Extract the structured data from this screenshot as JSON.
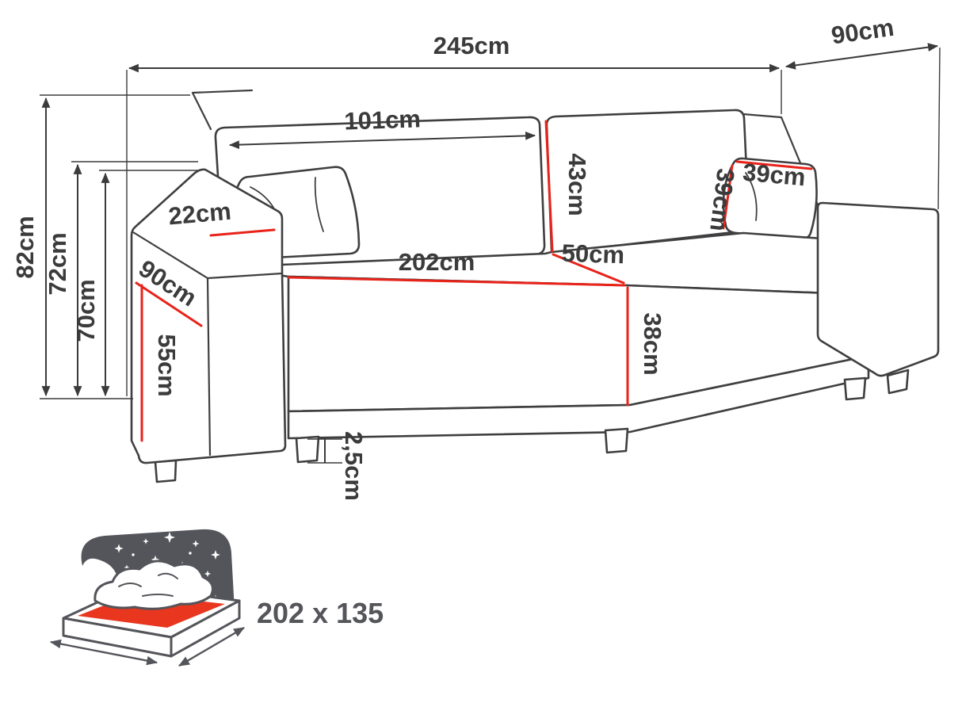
{
  "diagram": {
    "type": "furniture-dimension-drawing",
    "product": "sofa-bed",
    "dims": {
      "total_width": "245cm",
      "total_depth": "90cm",
      "total_height": "82cm",
      "backrest_height": "72cm",
      "armrest_height": "70cm",
      "backrest_cushion_width": "101cm",
      "backrest_cushion_height": "43cm",
      "pillow_width": "39cm",
      "pillow_height": "39cm",
      "armrest_width": "22cm",
      "seat_cushion_depth": "50cm",
      "armrest_depth": "90cm",
      "seat_width": "202cm",
      "seat_front_height": "38cm",
      "base_height": "55cm",
      "leg_height": "2,5cm"
    },
    "sleeping_area": {
      "label": "202 x 135"
    },
    "colors": {
      "line": "#3f3f41",
      "dimension_text": "#3b3b3c",
      "highlight_red": "#e8231a",
      "icon_gray": "#54555a",
      "mattress_red": "#e8361f"
    }
  }
}
